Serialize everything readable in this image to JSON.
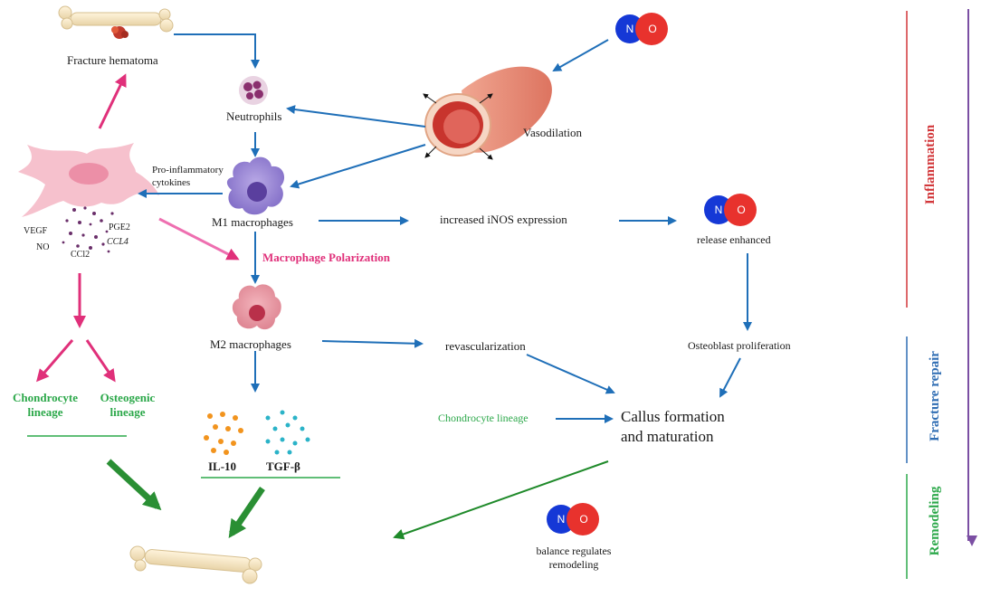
{
  "labels": {
    "fracture_hematoma": "Fracture hematoma",
    "neutrophils": "Neutrophils",
    "vasodilation": "Vasodilation",
    "pro_inflammatory_1": "Pro-inflammatory",
    "pro_inflammatory_2": "cytokines",
    "m1_macrophages": "M1 macrophages",
    "increased_inos": "increased iNOS expression",
    "release_enhanced": "release enhanced",
    "macrophage_polarization": "Macrophage Polarization",
    "m2_macrophages": "M2 macrophages",
    "revascularization": "revascularization",
    "osteoblast_proliferation": "Osteoblast proliferation",
    "chondrocyte_lineage_left_1": "Chondrocyte",
    "chondrocyte_lineage_left_2": "lineage",
    "osteogenic_lineage_1": "Osteogenic",
    "osteogenic_lineage_2": "lineage",
    "chondrocyte_lineage_mid": "Chondrocyte lineage",
    "callus_1": "Callus formation",
    "callus_2": "and maturation",
    "il10": "IL-10",
    "tgfb": "TGF-β",
    "balance_1": "balance regulates",
    "balance_2": "remodeling",
    "vegf": "VEGF",
    "no_small": "NO",
    "pge2": "PGE2",
    "ccl4": "CCL4",
    "ccl2": "CCl2"
  },
  "no_molecule": {
    "n": "N",
    "o": "O"
  },
  "phases": {
    "inflammation": "Inflammation",
    "fracture_repair": "Fracture repair",
    "remodeling": "Remodeling"
  },
  "colors": {
    "blue_arrow": "#1f6fb8",
    "pink_arrow": "#e0307a",
    "green_arrow": "#1f8a2a",
    "phase_red": "#d2373a",
    "phase_blue": "#2f6db3",
    "phase_green": "#2ca84a",
    "timeline": "#7b4fa3",
    "n_atom": "#1538d6",
    "o_atom": "#e8322d"
  }
}
